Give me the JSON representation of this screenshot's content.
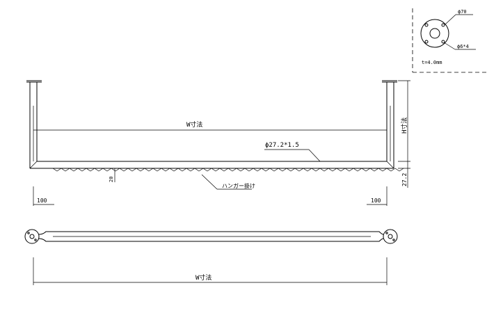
{
  "flange_detail": {
    "outer_dia": "ϕ70",
    "hole_spec": "ϕ6*4",
    "thickness": "t=4.0mm"
  },
  "front_view": {
    "width_label": "W寸法",
    "height_label": "H寸法",
    "pipe_spec": "ϕ27.2*1.5",
    "hanger_label": "ハンガー掛け",
    "hanger_gap": "20",
    "pipe_height": "27.2",
    "left_offset": "100",
    "right_offset": "100"
  },
  "plan_view": {
    "width_label": "W寸法"
  }
}
